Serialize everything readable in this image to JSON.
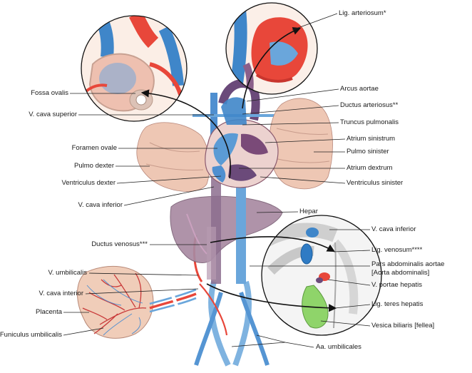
{
  "diagram": {
    "labels": {
      "fossa_ovalis": "Fossa ovalis",
      "v_cava_superior": "V. cava superior",
      "foramen_ovale": "Foramen ovale",
      "pulmo_dexter": "Pulmo dexter",
      "ventriculus_dexter": "Ventriculus dexter",
      "v_cava_inferior_left": "V. cava inferior",
      "ductus_venosus": "Ductus venosus***",
      "v_umbilicalis": "V. umbilicalis",
      "v_cava_interior": "V. cava interior",
      "placenta": "Placenta",
      "funiculus_umbilicalis": "Funiculus umbilicalis",
      "lig_arteriosum": "Lig. arteriosum*",
      "arcus_aortae": "Arcus aortae",
      "ductus_arteriosus": "Ductus arteriosus**",
      "truncus_pulmonalis": "Truncus pulmonalis",
      "atrium_sinistrum": "Atrium sinistrum",
      "pulmo_sinister": "Pulmo sinister",
      "atrium_dextrum": "Atrium dextrum",
      "ventriculus_sinister": "Ventriculus sinister",
      "hepar": "Hepar",
      "v_cava_inferior_right": "V. cava inferior",
      "lig_venosum": "Lig. venosum****",
      "pars_abdominalis_line1": "Pars abdominalis aortae",
      "pars_abdominalis_line2": "[Aorta abdominalis]",
      "v_portae_hepatis": "V. portae hepatis",
      "lig_teres_hepatis": "Lig. teres hepatis",
      "vesica_biliaris": "Vesica biliaris [fellea]",
      "aa_umbilicales": "Aa. umbilicales"
    },
    "colors": {
      "artery_red": "#e8473a",
      "vein_blue": "#3f86c9",
      "mixed_purple": "#7a4a78",
      "lung_pink": "#eec7b4",
      "liver_mauve": "#a27f99",
      "gallbladder_green": "#8fd46a",
      "leader_line": "#222222"
    }
  }
}
